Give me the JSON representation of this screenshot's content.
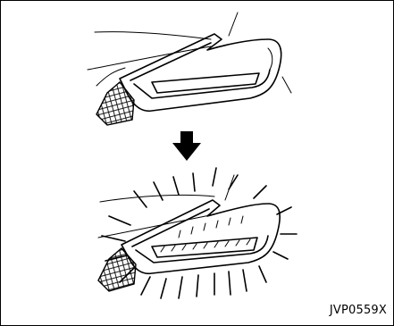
{
  "figure": {
    "code": "JVP0559X",
    "ink_color": "#000000",
    "background_color": "#ffffff"
  },
  "panels": {
    "top": "headlight-off",
    "bottom": "headlight-on",
    "transition": "down-arrow"
  }
}
